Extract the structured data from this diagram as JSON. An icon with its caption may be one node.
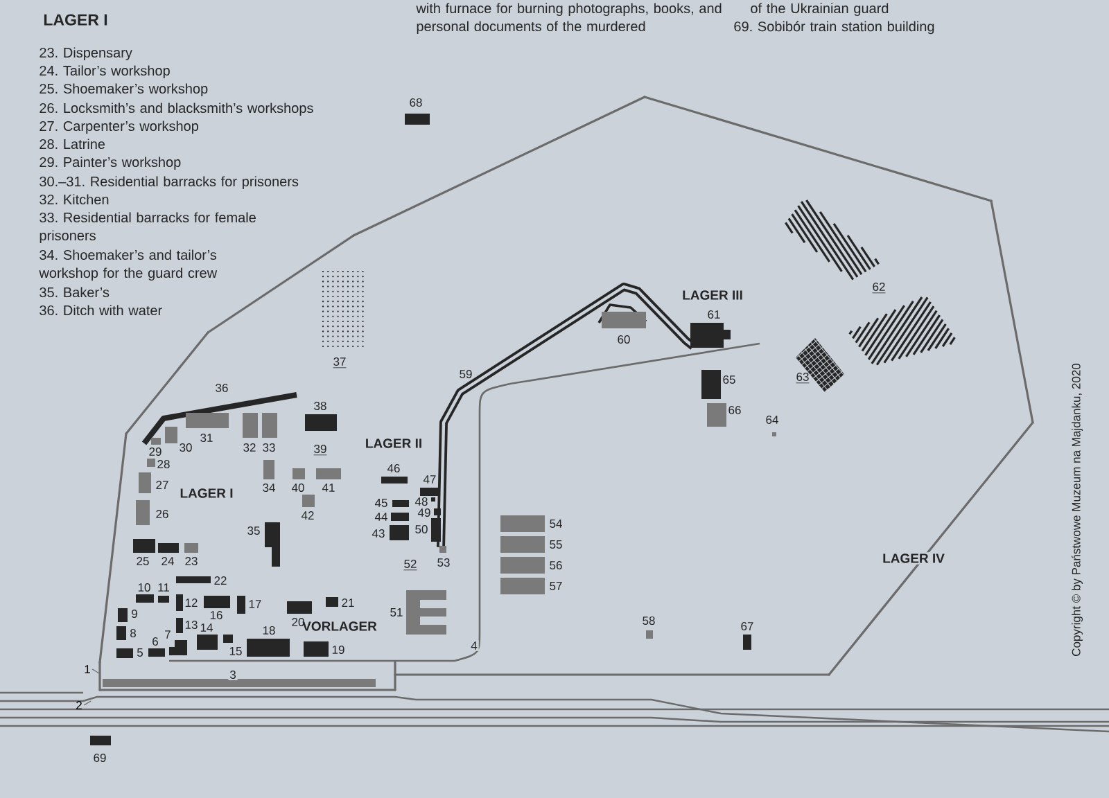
{
  "diagram": {
    "nodes": [
      {
        "text": [
          "1"
        ]
      },
      {
        "text": [
          "2"
        ]
      }
    ],
    "edges": [
      {
        "from": 0,
        "to": null,
        "arrow": "none"
      },
      {
        "from": 1,
        "to": null,
        "arrow": "none"
      }
    ],
    "labels": [
      "LAGER I",
      "23. Dispensary",
      "24. Tailor’s workshop",
      "25. Shoemaker’s workshop",
      "26. Locksmith’s and blacksmith’s workshops",
      "27. Carpenter’s workshop",
      "28. Latrine",
      "29. Painter’s workshop",
      "30.–31. Residential barracks for prisoners",
      "32. Kitchen",
      "33. Residential barracks for female prisoners",
      "34. Shoemaker’s and tailor’s workshop for the guard crew",
      "35. Baker’s",
      "36. Ditch with water",
      "with furnace for burning photographs, books, and personal documents of the murdered",
      "of the Ukrainian guard",
      "69. Sobibór train station building",
      "68",
      "LAGER III",
      "62",
      "61",
      "60",
      "37",
      "59",
      "63",
      "65",
      "36",
      "38",
      "66",
      "64",
      "31",
      "30",
      "29",
      "32",
      "33",
      "39",
      "LAGER II",
      "28",
      "46",
      "27",
      "34",
      "40",
      "41",
      "47",
      "LAGER I",
      "45",
      "48",
      "42",
      "44",
      "49",
      "26",
      "43",
      "50",
      "54",
      "35",
      "55",
      "LAGER IV",
      "56",
      "25",
      "24",
      "23",
      "53",
      "52",
      "57",
      "22",
      "10",
      "11",
      "12",
      "17",
      "21",
      "16",
      "9",
      "51",
      "20",
      "58",
      "67",
      "VORLAGER",
      "13",
      "14",
      "18",
      "4",
      "7",
      "6",
      "8",
      "15",
      "5",
      "19",
      "3",
      "69",
      "Copyright © by Państwowe Muzeum na Majdanku, 2020"
    ]
  }
}
